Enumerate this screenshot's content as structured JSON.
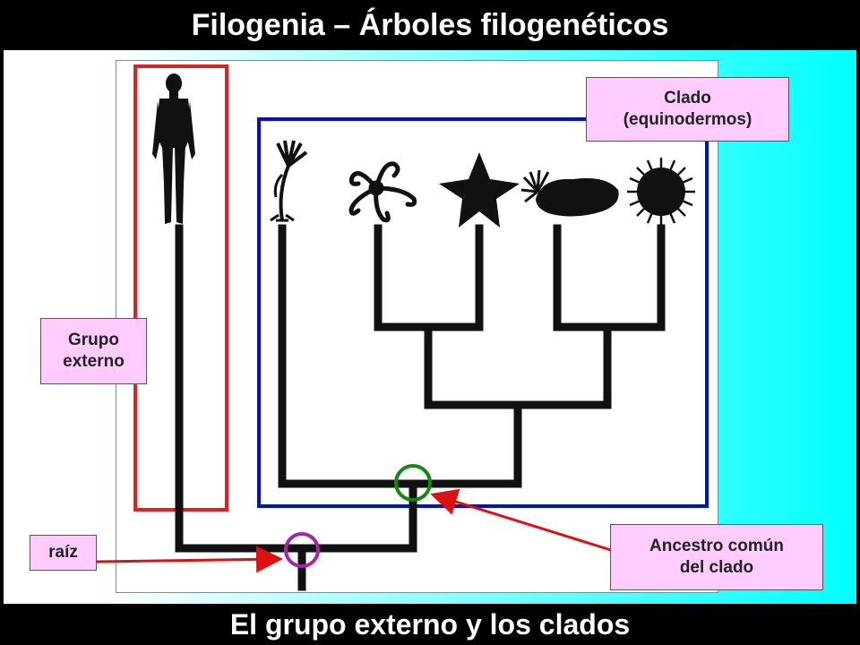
{
  "title": "Filogenia – Árboles filogenéticos",
  "footer": "El grupo externo y los clados",
  "labels": {
    "clade_line1": "Clado",
    "clade_line2": "(equinodermos)",
    "outgroup_line1": "Grupo",
    "outgroup_line2": "externo",
    "root": "raíz",
    "ancestor_line1": "Ancestro común",
    "ancestor_line2": "del clado"
  },
  "colors": {
    "outgroup_box": "#dd2222",
    "clade_box": "#0011cc",
    "ancestor_marker": "#118811",
    "root_marker": "#aa22aa",
    "arrow": "#dd1111",
    "tree": "#111111",
    "label_fill": "#ffccff"
  },
  "organisms": [
    "human-silhouette",
    "sea-lily-silhouette",
    "brittle-star-silhouette",
    "starfish-silhouette",
    "sea-cucumber-silhouette",
    "sea-urchin-silhouette"
  ]
}
